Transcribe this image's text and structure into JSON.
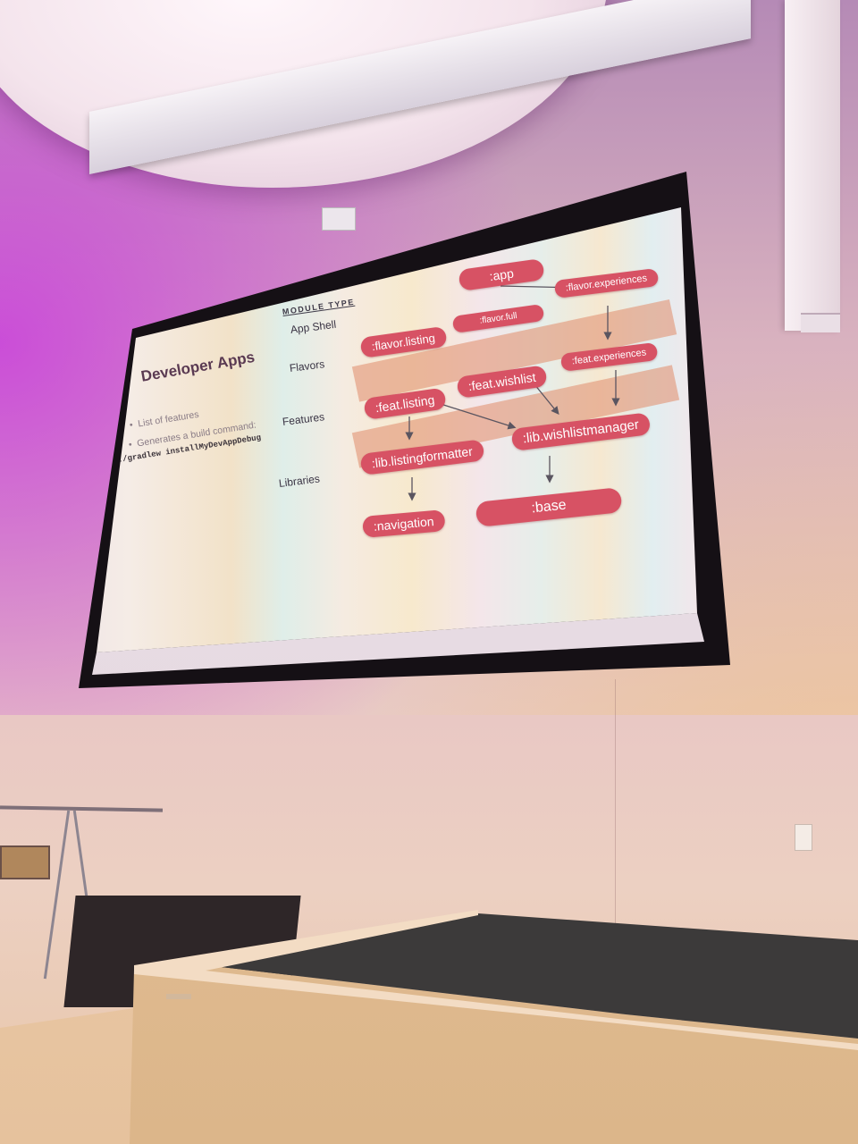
{
  "slide": {
    "title": "Developer Apps",
    "bullets": [
      "List of features",
      "Generates a build command:"
    ],
    "command": "./gradlew installMyDevAppDebug",
    "module_type_header": "MODULE TYPE",
    "row_labels": {
      "app_shell": "App Shell",
      "flavors": "Flavors",
      "features": "Features",
      "libraries": "Libraries"
    },
    "modules": {
      "app": ":app",
      "flavor_experiences": ":flavor.experiences",
      "flavor_full": ":flavor.full",
      "flavor_listing": ":flavor.listing",
      "feat_experiences": ":feat.experiences",
      "feat_wishlist": ":feat.wishlist",
      "feat_listing": ":feat.listing",
      "lib_wishlistmanager": ":lib.wishlistmanager",
      "lib_listingformatter": ":lib.listingformatter",
      "base": ":base",
      "navigation": ":navigation"
    }
  },
  "colors": {
    "pill": "#d75264",
    "band": "#e2967a",
    "wall_light": "#c83cdc"
  }
}
